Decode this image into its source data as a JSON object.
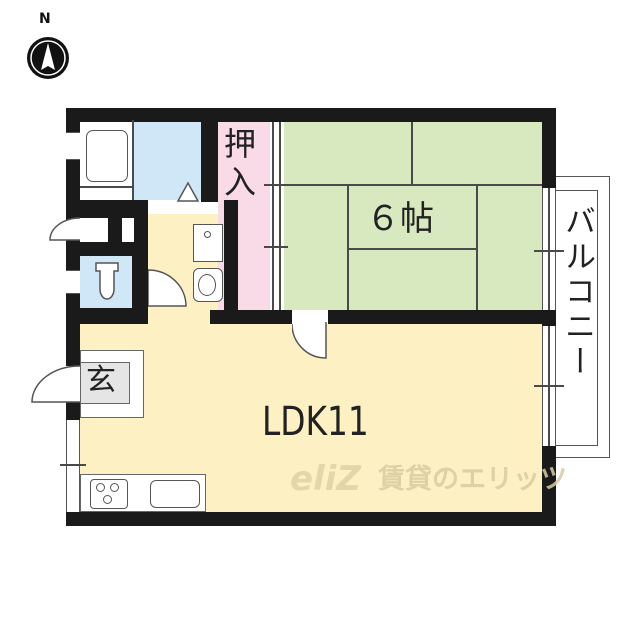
{
  "compass": {
    "label": "N",
    "icon": "north-arrow-icon"
  },
  "rooms": {
    "ldk": {
      "label": "LDK11",
      "color": "#fdf1c4"
    },
    "washitsu": {
      "label": "６帖",
      "color": "#d8e8bf"
    },
    "oshiire": {
      "label_top": "押",
      "label_bottom": "入",
      "color": "#f8dbe6"
    },
    "genkan": {
      "label": "玄",
      "color": "#e5e5e5"
    },
    "bath": {
      "color": "#cfe7f6"
    },
    "toilet": {
      "color": "#cfe7f6"
    },
    "balcony": {
      "label": "バルコニー"
    }
  },
  "watermark": {
    "logo": "eliZ",
    "text": "賃貸のエリッツ"
  },
  "colors": {
    "wall": "#1a1a1a",
    "ldk": "#fdf1c4",
    "tatami": "#d8e8bf",
    "oshiire": "#f8dbe6",
    "water": "#cfe7f6",
    "watermark": "#d9cfa8"
  }
}
